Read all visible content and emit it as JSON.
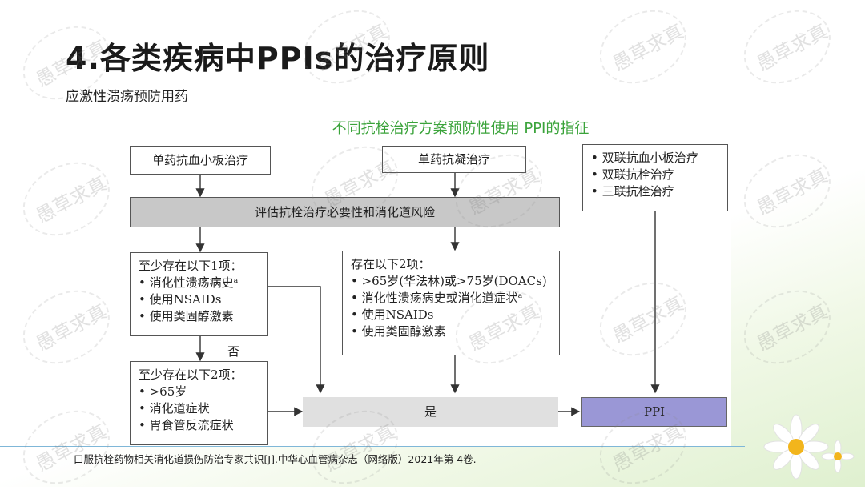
{
  "slide": {
    "title": "4.各类疾病中PPIs的治疗原则",
    "subtitle": "应激性溃疡预防用药",
    "caption": "不同抗栓治疗方案预防性使用 PPI的指征",
    "reference": "口服抗栓药物相关消化道损伤防治专家共识[J].中华心血管病杂志（网络版）2021年第 4卷."
  },
  "flowchart": {
    "single_antiplatelet": "单药抗血小板治疗",
    "single_anticoagulant": "单药抗凝治疗",
    "dual_triple": [
      "• 双联抗血小板治疗",
      "• 双联抗栓治疗",
      "• 三联抗栓治疗"
    ],
    "assess": "评估抗栓治疗必要性和消化道风险",
    "left_criteria": [
      "至少存在以下1项：",
      "• 消化性溃疡病史ᵃ",
      "• 使用NSAIDs",
      "• 使用类固醇激素"
    ],
    "middle_criteria": [
      "存在以下2项：",
      "• >65岁(华法林)或>75岁(DOACs)",
      "• 消化性溃疡病史或消化道症状ᵃ",
      "• 使用NSAIDs",
      "• 使用类固醇激素"
    ],
    "no_label": "否",
    "lower_left_criteria": [
      "至少存在以下2项：",
      "• >65岁",
      "• 消化道症状",
      "• 胃食管反流症状"
    ],
    "yes_label": "是",
    "ppi_label": "PPI"
  },
  "watermark_text": "愚草求真",
  "colors": {
    "caption": "#3aa33a",
    "assess_box": "#c8c8c8",
    "yes_box": "#e0e0e0",
    "ppi_box": "#9a97d6"
  }
}
